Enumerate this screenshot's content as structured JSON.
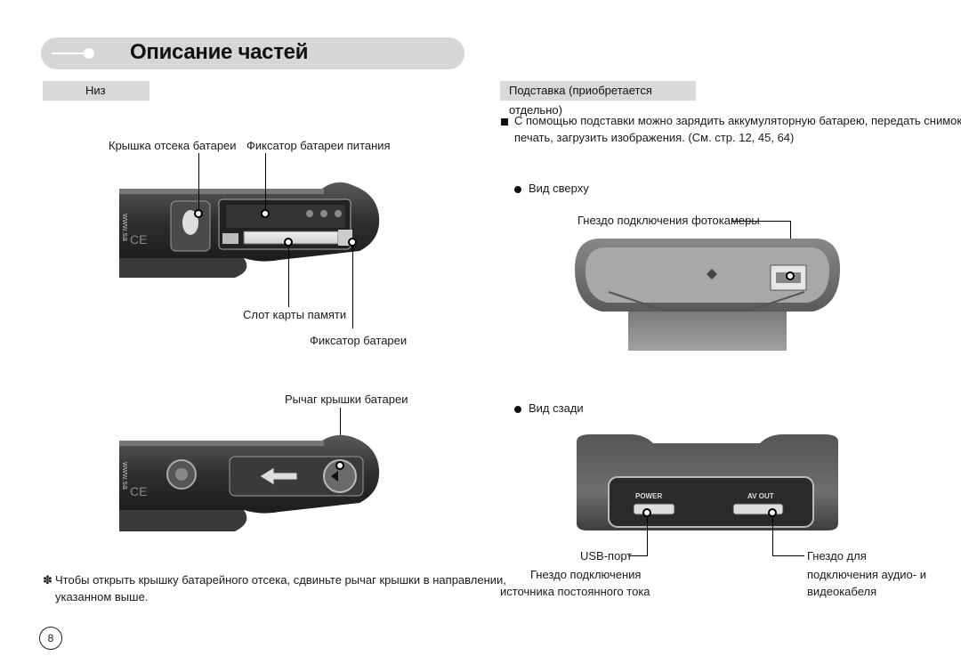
{
  "header": {
    "title": "Описание частей"
  },
  "left": {
    "section_label": "Низ",
    "labels": {
      "battery_cover": "Крышка отсека батареи",
      "power_battery_lock": "Фиксатор батареи питания",
      "memory_slot": "Слот карты памяти",
      "battery_lock": "Фиксатор батареи",
      "cover_lever": "Рычаг крышки батареи"
    },
    "note_symbol": "✽",
    "note_line1": "Чтобы открыть крышку батарейного отсека, сдвиньте рычаг крышки в направлении,",
    "note_line2": "указанном выше."
  },
  "right": {
    "section_label": "Подставка (приобретается отдельно)",
    "intro_line1": "С помощью подставки можно зарядить аккумуляторную батарею, передать снимок на",
    "intro_line2": "печать, загрузить изображения. (См. стр. 12, 45, 64)",
    "top_view": "Вид сверху",
    "camera_socket": "Гнездо подключения фотокамеры",
    "back_view": "Вид сзади",
    "usb_port": "USB-порт",
    "dc_line1": "Гнездо подключения",
    "dc_line2": "источника постоянного тока",
    "av_line1": "Гнездо для",
    "av_line2": "подключения аудио- и",
    "av_line3": "видеокабеля",
    "power_label": "POWER",
    "av_out_label": "AV OUT"
  },
  "camera_print": {
    "website": "www.sa",
    "ce": "CE"
  },
  "page_number": "8"
}
